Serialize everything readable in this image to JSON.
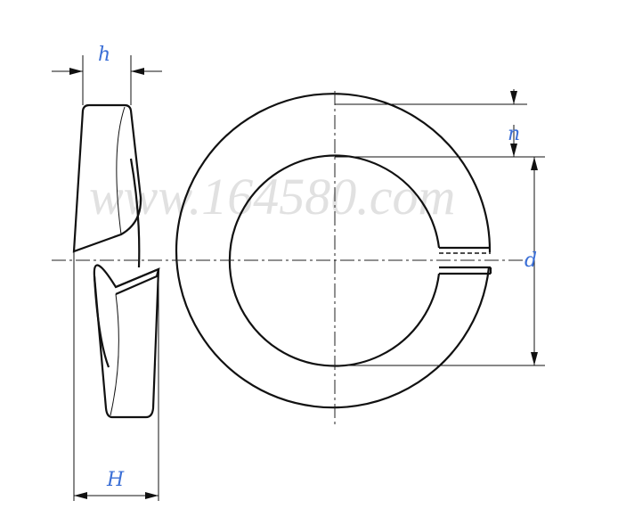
{
  "labels": {
    "thickness": "h",
    "free_height": "H",
    "inner_diameter": "d",
    "width": "n"
  },
  "watermark": "www.164580.com",
  "colors": {
    "label": "#3b6fd6",
    "line": "#111111",
    "watermark": "#c9c9c9"
  }
}
